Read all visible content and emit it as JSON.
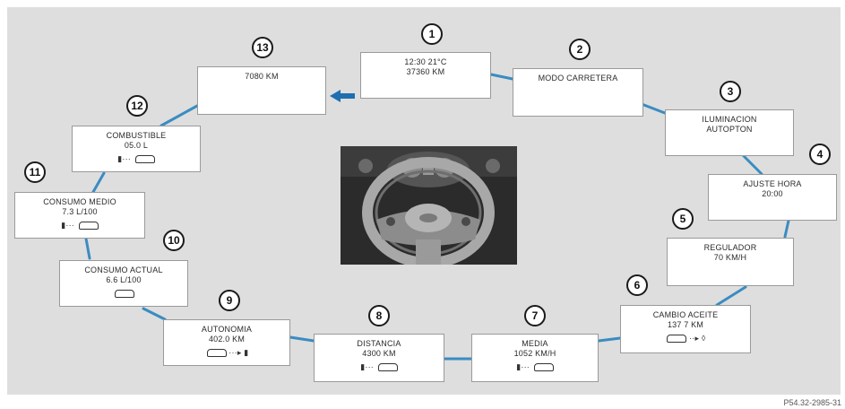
{
  "diagram": {
    "title": "",
    "ref_code": "P54.32-2985-31",
    "colors": {
      "link": "#3a8cc2",
      "panel": "#dedede",
      "box": "#ffffff",
      "arrow": "#1e6fb0"
    },
    "nodes": [
      {
        "num": "1",
        "line1": "12:30      21°C",
        "line2": "37360 KM",
        "icon": ""
      },
      {
        "num": "2",
        "line1": "MODO CARRETERA",
        "line2": "",
        "icon": ""
      },
      {
        "num": "3",
        "line1": "ILUMINACION",
        "line2": "AUTOPTON",
        "icon": ""
      },
      {
        "num": "4",
        "line1": "AJUSTE HORA",
        "line2": "20:00",
        "icon": ""
      },
      {
        "num": "5",
        "line1": "REGULADOR",
        "line2": "70 KM/H",
        "icon": ""
      },
      {
        "num": "6",
        "line1": "CAMBIO ACEITE",
        "line2": "137 7 KM",
        "icon": "car-oil-icon"
      },
      {
        "num": "7",
        "line1": "MEDIA",
        "line2": "1052 KM/H",
        "icon": "fuel-car-icon"
      },
      {
        "num": "8",
        "line1": "DISTANCIA",
        "line2": "4300 KM",
        "icon": "fuel-car-icon"
      },
      {
        "num": "9",
        "line1": "AUTONOMIA",
        "line2": "402.0 KM",
        "icon": "car-fuel-icon"
      },
      {
        "num": "10",
        "line1": "CONSUMO ACTUAL",
        "line2": "6.6 L/100",
        "icon": "car-icon"
      },
      {
        "num": "11",
        "line1": "CONSUMO MEDIO",
        "line2": "7.3 L/100",
        "icon": "fuel-car-icon"
      },
      {
        "num": "12",
        "line1": "COMBUSTIBLE",
        "line2": "05.0 L",
        "icon": "fuel-car-icon"
      },
      {
        "num": "13",
        "line1": "7080 KM",
        "line2": "",
        "icon": ""
      }
    ],
    "center_image": "steering-wheel-photo"
  }
}
